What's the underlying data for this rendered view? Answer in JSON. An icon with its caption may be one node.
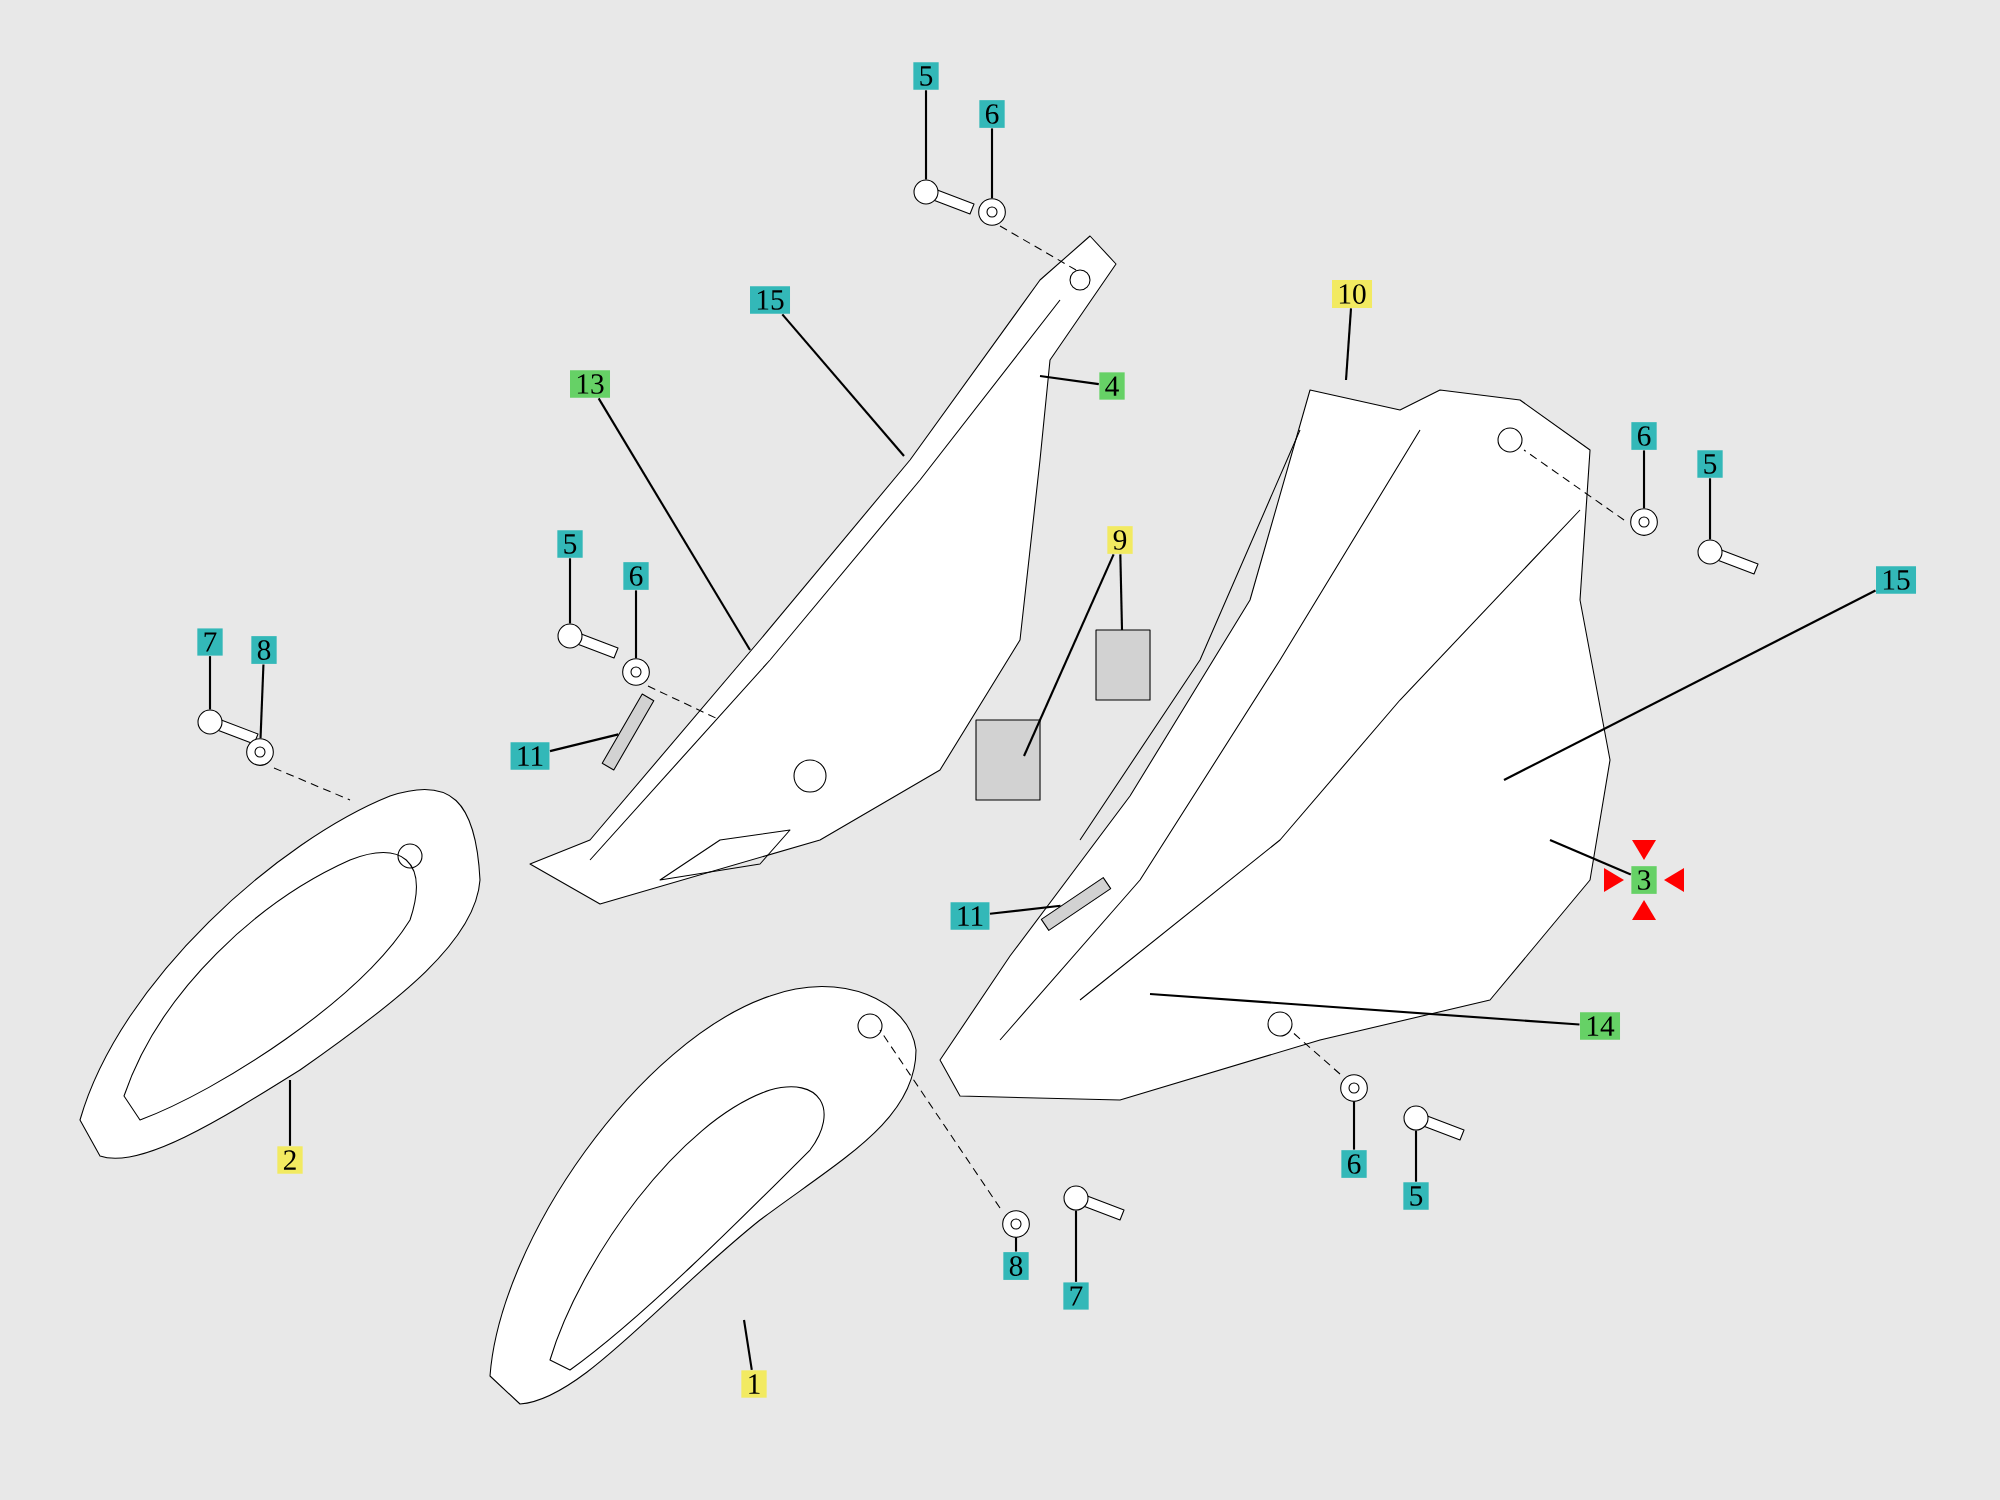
{
  "diagram": {
    "nodes": [
      {
        "text": [
          "5"
        ]
      },
      {
        "text": [
          "6"
        ]
      },
      {
        "text": [
          "15"
        ]
      },
      {
        "text": [
          "4"
        ]
      },
      {
        "text": [
          "13"
        ]
      },
      {
        "text": [
          "10"
        ]
      },
      {
        "text": [
          "9"
        ]
      },
      {
        "text": [
          "6"
        ]
      },
      {
        "text": [
          "5"
        ]
      },
      {
        "text": [
          "15"
        ]
      },
      {
        "text": [
          "5"
        ]
      },
      {
        "text": [
          "6"
        ]
      },
      {
        "text": [
          "7"
        ]
      },
      {
        "text": [
          "8"
        ]
      },
      {
        "text": [
          "11"
        ]
      },
      {
        "text": [
          "3"
        ]
      },
      {
        "text": [
          "11"
        ]
      },
      {
        "text": [
          "14"
        ]
      },
      {
        "text": [
          "2"
        ]
      },
      {
        "text": [
          "6"
        ]
      },
      {
        "text": [
          "5"
        ]
      },
      {
        "text": [
          "8"
        ]
      },
      {
        "text": [
          "7"
        ]
      },
      {
        "text": [
          "1"
        ]
      },
      {
        "text": [],
        "shape": "picture"
      },
      {
        "text": [],
        "shape": "circle"
      },
      {
        "text": [],
        "shape": "circle"
      },
      {
        "text": [],
        "shape": "picture"
      },
      {
        "text": [],
        "shape": "picture"
      },
      {
        "text": [],
        "shape": "circle"
      },
      {
        "text": [],
        "shape": "picture"
      },
      {
        "text": [],
        "shape": "circle"
      },
      {
        "text": [],
        "shape": "circle"
      },
      {
        "text": [],
        "shape": "picture"
      },
      {
        "text": [],
        "shape": "circle"
      },
      {
        "text": [],
        "shape": "picture"
      },
      {
        "text": [],
        "shape": "bar"
      },
      {
        "text": [],
        "shape": "bar"
      }
    ],
    "edges": [
      {
        "from": 0,
        "to": 24,
        "arrow": "none"
      },
      {
        "from": 1,
        "to": 25,
        "arrow": "none"
      },
      {
        "from": 2,
        "to": null,
        "arrow": "none"
      },
      {
        "from": 3,
        "to": null,
        "arrow": "none"
      },
      {
        "from": 4,
        "to": null,
        "arrow": "none"
      },
      {
        "from": 5,
        "to": null,
        "arrow": "none"
      },
      {
        "from": 6,
        "to": null,
        "arrow": "none"
      },
      {
        "from": 6,
        "to": null,
        "arrow": "none"
      },
      {
        "from": 7,
        "to": 26,
        "arrow": "none"
      },
      {
        "from": 8,
        "to": 27,
        "arrow": "none"
      },
      {
        "from": 9,
        "to": null,
        "arrow": "none"
      },
      {
        "from": 10,
        "to": 28,
        "arrow": "none"
      },
      {
        "from": 11,
        "to": 29,
        "arrow": "none"
      },
      {
        "from": 12,
        "to": 30,
        "arrow": "none"
      },
      {
        "from": 13,
        "to": 31,
        "arrow": "none"
      },
      {
        "from": 14,
        "to": 36,
        "arrow": "none"
      },
      {
        "from": 15,
        "to": null,
        "arrow": "none"
      },
      {
        "from": 16,
        "to": 37,
        "arrow": "none"
      },
      {
        "from": 17,
        "to": null,
        "arrow": "none"
      },
      {
        "from": 18,
        "to": null,
        "arrow": "none"
      },
      {
        "from": 19,
        "to": 32,
        "arrow": "none"
      },
      {
        "from": 20,
        "to": 33,
        "arrow": "none"
      },
      {
        "from": 21,
        "to": 34,
        "arrow": "none"
      },
      {
        "from": 22,
        "to": 35,
        "arrow": "none"
      },
      {
        "from": 23,
        "to": null,
        "arrow": "none"
      }
    ]
  }
}
